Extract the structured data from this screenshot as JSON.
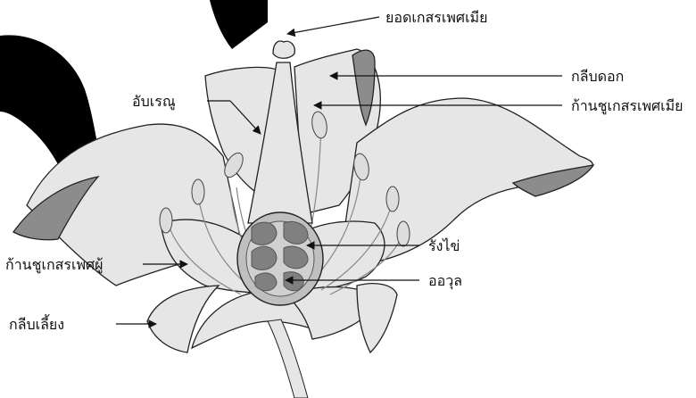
{
  "labels": {
    "stigma": "ยอดเกสรเพศเมีย",
    "petal": "กลีบดอก",
    "style": "ก้านชูเกสรเพศเมีย",
    "anther": "อับเรณู",
    "ovary": "รังไข่",
    "filament": "ก้านชูเกสรเพศผู้",
    "ovule": "ออวุล",
    "sepal": "กลีบเลี้ยง"
  },
  "colors": {
    "petal_fill": "#e6e6e6",
    "petal_dark": "#8c8c8c",
    "ovary_fill": "#bfbfbf",
    "ovule_fill": "#808080",
    "watermark": "#000000"
  }
}
